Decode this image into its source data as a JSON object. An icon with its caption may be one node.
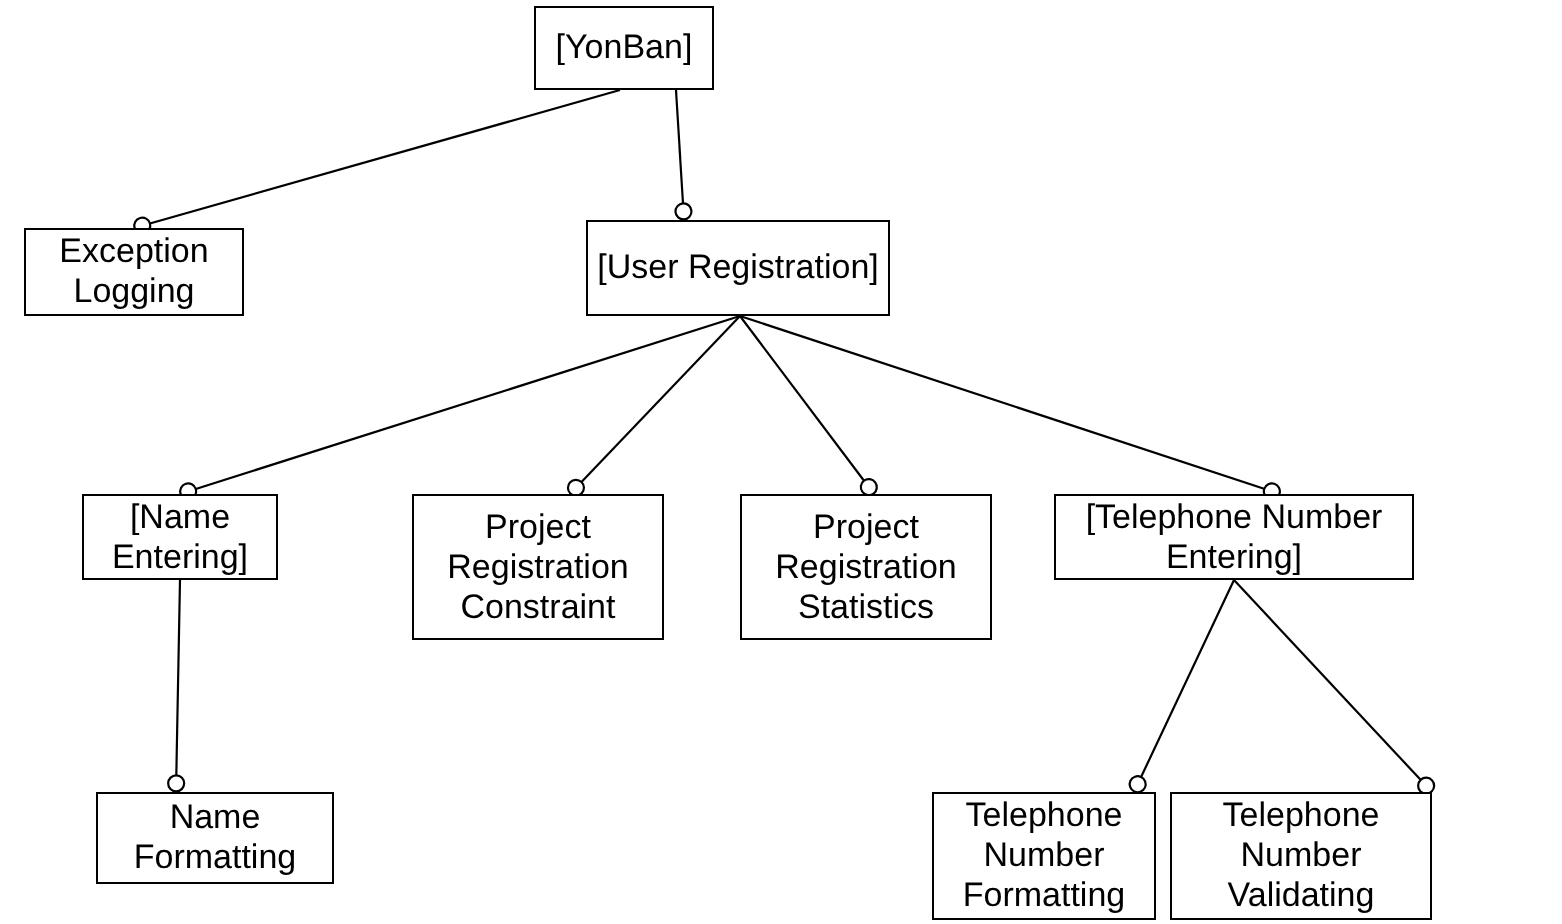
{
  "diagram": {
    "nodes": [
      {
        "text": [
          "[YonBan]"
        ]
      },
      {
        "text": [
          "Exception Logging"
        ]
      },
      {
        "text": [
          "[User Registration]"
        ]
      },
      {
        "text": [
          "[Name Entering]"
        ]
      },
      {
        "text": [
          "Project Registration Constraint"
        ]
      },
      {
        "text": [
          "Project Registration Statistics"
        ]
      },
      {
        "text": [
          "[Telephone Number Entering]"
        ]
      },
      {
        "text": [
          "Name Formatting"
        ]
      },
      {
        "text": [
          "Telephone Number Formatting"
        ]
      },
      {
        "text": [
          "Telephone Number Validating"
        ]
      }
    ],
    "edges": [
      {
        "from": 0,
        "to": 1,
        "arrow": "other"
      },
      {
        "from": 0,
        "to": 2,
        "arrow": "other"
      },
      {
        "from": 2,
        "to": 3,
        "arrow": "other"
      },
      {
        "from": 2,
        "to": 4,
        "arrow": "other"
      },
      {
        "from": 2,
        "to": 5,
        "arrow": "other"
      },
      {
        "from": 2,
        "to": 6,
        "arrow": "other"
      },
      {
        "from": 3,
        "to": 7,
        "arrow": "other"
      },
      {
        "from": 6,
        "to": 8,
        "arrow": "other"
      },
      {
        "from": 6,
        "to": 9,
        "arrow": "other"
      }
    ]
  }
}
